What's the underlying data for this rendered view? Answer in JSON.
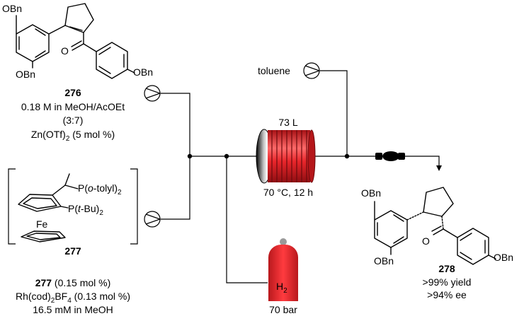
{
  "compound_276": {
    "number": "276",
    "subs": {
      "obn": "OBn",
      "o": "O"
    },
    "cond1": "0.18 M in MeOH/AcOEt",
    "cond2": "(3:7)",
    "cond3_pre": "Zn(OTf)",
    "cond3_sub": "2",
    "cond3_post": " (5 mol %)"
  },
  "ligand_277": {
    "number": "277",
    "p1_pre": "P(",
    "p1_ital": "o",
    "p1_post": "-tolyl)",
    "p1_sub": "2",
    "p2_pre": "P(",
    "p2_ital": "t",
    "p2_post": "-Bu)",
    "p2_sub": "2",
    "fe": "Fe"
  },
  "catalyst": {
    "number": "277",
    "line1_post": " (0.15 mol %)",
    "line2_pre": "Rh(cod)",
    "line2_sub1": "2",
    "line2_mid": "BF",
    "line2_sub2": "4",
    "line2_post": " (0.13 mol %)",
    "line3": "16.5 mM in MeOH"
  },
  "reactor": {
    "volume": "73 L",
    "conditions": "70 °C, 12 h"
  },
  "toluene": "toluene",
  "gas": {
    "label": "H",
    "sub": "2",
    "pressure": "70 bar"
  },
  "product_278": {
    "number": "278",
    "subs": {
      "obn": "OBn",
      "o": "O"
    },
    "yield": ">99% yield",
    "ee": ">94% ee"
  },
  "colors": {
    "coil": "#e8262b",
    "cylinder": "#e8262b",
    "cap": "#9a9a9a"
  }
}
